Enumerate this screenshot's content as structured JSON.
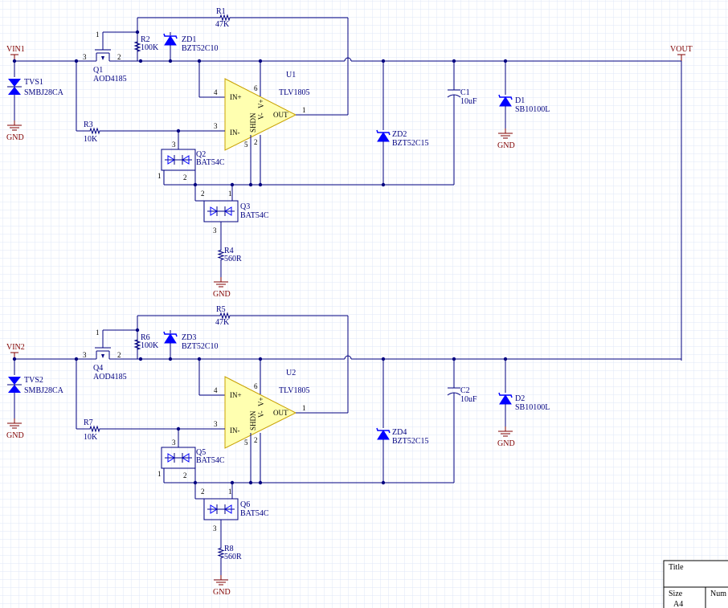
{
  "colors": {
    "wire": "#000080",
    "grid": "#dfe7f7",
    "opamp_fill": "#ffffb0",
    "opamp_stroke": "#c8a000",
    "diode_fill": "#0000ff",
    "junction": "#000080",
    "power": "#800000"
  },
  "net_labels": {
    "vin1": "VIN1",
    "vin2": "VIN2",
    "vout": "VOUT",
    "gnd": "GND"
  },
  "top": {
    "tvs": {
      "ref": "TVS1",
      "val": "SMBJ28CA"
    },
    "q_mos": {
      "ref": "Q1",
      "val": "AOD4185",
      "pins": [
        "1",
        "3",
        "2"
      ]
    },
    "r_gs": {
      "ref": "R2",
      "val": "100K"
    },
    "zd_gate": {
      "ref": "ZD1",
      "val": "BZT52C10"
    },
    "r_fb": {
      "ref": "R1",
      "val": "47K"
    },
    "r_in": {
      "ref": "R3",
      "val": "10K"
    },
    "opamp": {
      "ref": "U1",
      "val": "TLV1805",
      "in_plus": "IN+",
      "in_minus": "IN-",
      "out": "OUT",
      "shdn": "SHDN",
      "vminus": "V-",
      "vplus": "V+",
      "pins": [
        "4",
        "3",
        "1",
        "6",
        "5",
        "2"
      ]
    },
    "q_a": {
      "ref": "Q2",
      "val": "BAT54C",
      "pins": [
        "3",
        "1",
        "2"
      ]
    },
    "q_b": {
      "ref": "Q3",
      "val": "BAT54C",
      "pins": [
        "2",
        "1",
        "3"
      ]
    },
    "r_bot": {
      "ref": "R4",
      "val": "560R"
    },
    "zd_rail": {
      "ref": "ZD2",
      "val": "BZT52C15"
    },
    "cap": {
      "ref": "C1",
      "val": "10uF"
    },
    "d_out": {
      "ref": "D1",
      "val": "SB10100L"
    }
  },
  "bottom": {
    "tvs": {
      "ref": "TVS2",
      "val": "SMBJ28CA"
    },
    "q_mos": {
      "ref": "Q4",
      "val": "AOD4185",
      "pins": [
        "1",
        "3",
        "2"
      ]
    },
    "r_gs": {
      "ref": "R6",
      "val": "100K"
    },
    "zd_gate": {
      "ref": "ZD3",
      "val": "BZT52C10"
    },
    "r_fb": {
      "ref": "R5",
      "val": "47K"
    },
    "r_in": {
      "ref": "R7",
      "val": "10K"
    },
    "opamp": {
      "ref": "U2",
      "val": "TLV1805",
      "in_plus": "IN+",
      "in_minus": "IN-",
      "out": "OUT",
      "shdn": "SHDN",
      "vminus": "V-",
      "vplus": "V+",
      "pins": [
        "4",
        "3",
        "1",
        "6",
        "5",
        "2"
      ]
    },
    "q_a": {
      "ref": "Q5",
      "val": "BAT54C",
      "pins": [
        "3",
        "1",
        "2"
      ]
    },
    "q_b": {
      "ref": "Q6",
      "val": "BAT54C",
      "pins": [
        "2",
        "1",
        "3"
      ]
    },
    "r_bot": {
      "ref": "R8",
      "val": "560R"
    },
    "zd_rail": {
      "ref": "ZD4",
      "val": "BZT52C15"
    },
    "cap": {
      "ref": "C2",
      "val": "10uF"
    },
    "d_out": {
      "ref": "D2",
      "val": "SB10100L"
    }
  },
  "title_block": {
    "title_label": "Title",
    "size_label": "Size",
    "size_value": "A4",
    "number_label": "Num"
  }
}
